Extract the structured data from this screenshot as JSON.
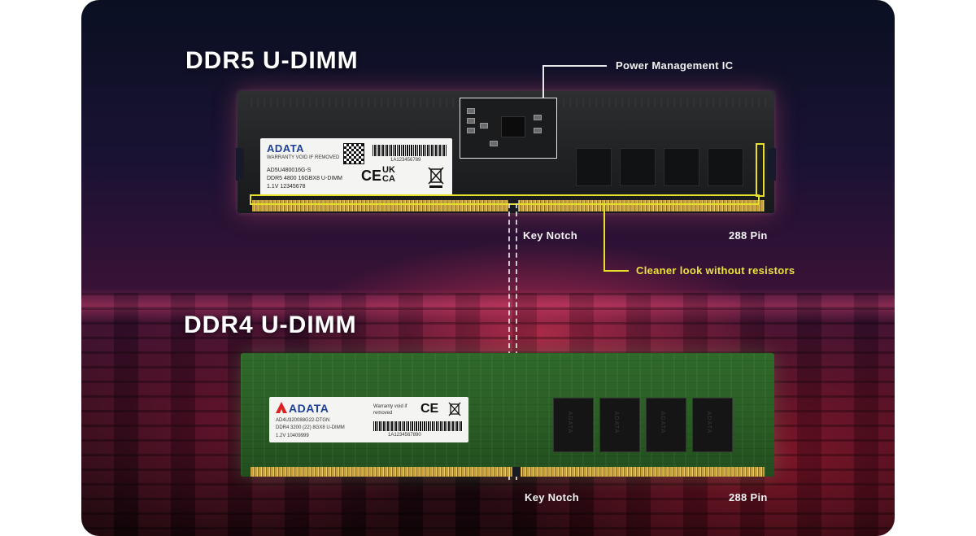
{
  "ddr5": {
    "title": "DDR5 U-DIMM",
    "label": {
      "brand": "ADATA",
      "warranty": "WARRANTY VOID IF REMOVED",
      "part": "AD5U480016G-S",
      "spec": "DDR5 4800 16GBX8 U-DIMM",
      "voltage": "1.1V  12345678",
      "serial": "1A123456789",
      "cert_ce": "CE",
      "cert_ukca": "UK CA"
    },
    "callout_pmic": "Power Management IC",
    "callout_notch": "Key Notch",
    "callout_pins": "288 Pin",
    "callout_clean": "Cleaner look without resistors"
  },
  "ddr4": {
    "title": "DDR4 U-DIMM",
    "label": {
      "brand": "ADATA",
      "warranty": "Warranty void if removed",
      "part": "AD4U320088G22-DTGN",
      "spec": "DDR4 3200 (22) 8GX8 U-DIMM",
      "voltage": "1.2V     10409999",
      "serial": "1A1234567890",
      "cert_ce": "CE"
    },
    "chip_text": "ADATA",
    "callout_notch": "Key Notch",
    "callout_pins": "288 Pin"
  },
  "colors": {
    "highlight": "#e7e02a",
    "annotation": "#f2f2f2",
    "ddr5_pcb": "#1f2022",
    "ddr4_pcb": "#2a5e25"
  }
}
